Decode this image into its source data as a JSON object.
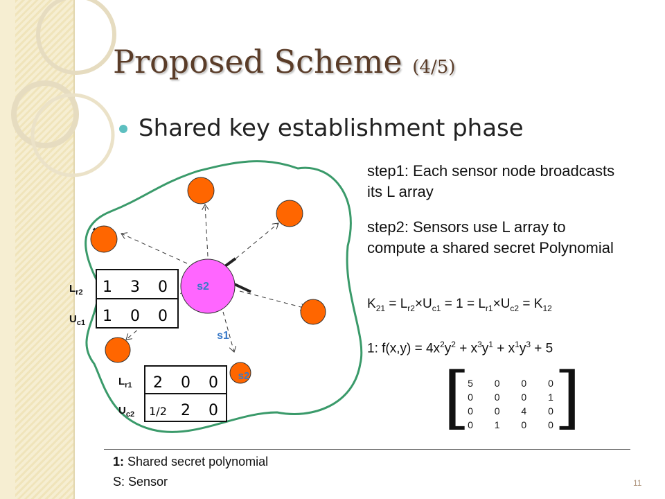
{
  "title": {
    "main": "Proposed Scheme",
    "counter": "(4/5)"
  },
  "bullet": {
    "text": "Shared key establishment phase"
  },
  "steps": {
    "step1_line1": "step1: Each sensor node broadcasts",
    "step1_line2": "its L array",
    "step2_line1": "step2: Sensors use L array to",
    "step2_line2": "compute a shared secret Polynomial"
  },
  "equations": {
    "k_parts": [
      "K",
      "21",
      " = L",
      "r2",
      "×U",
      "c1",
      " = 1 = L",
      "r1",
      "×U",
      "c2",
      " = K",
      "12"
    ],
    "poly_parts": [
      "1: f(x,y) = 4x",
      "2",
      "y",
      "2",
      " + x",
      "3",
      "y",
      "1",
      " + x",
      "1",
      "y",
      "3",
      " + 5"
    ]
  },
  "matrix": {
    "rows": [
      [
        "5",
        "0",
        "0",
        "0"
      ],
      [
        "0",
        "0",
        "0",
        "1"
      ],
      [
        "0",
        "0",
        "4",
        "0"
      ],
      [
        "0",
        "1",
        "0",
        "0"
      ]
    ]
  },
  "diagram": {
    "center_node": "s2",
    "neighbor_label": "s1",
    "neighbor_node": "s2",
    "table1": {
      "row_labels": [
        [
          "L",
          "r2"
        ],
        [
          "U",
          "c1"
        ]
      ],
      "rows": [
        [
          "1",
          "3",
          "0"
        ],
        [
          "1",
          "0",
          "0"
        ]
      ]
    },
    "table2": {
      "row_labels": [
        [
          "L",
          "r1"
        ],
        [
          "U",
          "c2"
        ]
      ],
      "rows": [
        [
          "2",
          "0",
          "0"
        ],
        [
          "1/2",
          "2",
          "0"
        ]
      ]
    }
  },
  "legend": {
    "line1_key": "1:",
    "line1_text": " Shared secret polynomial",
    "line2": "S: Sensor"
  },
  "slide_number": "11",
  "colors": {
    "sensor": "#ff6600",
    "center": "#ff66ff",
    "boundary": "#3a9a6a",
    "title": "#5a3c28",
    "bullet": "#5dbfc0"
  }
}
